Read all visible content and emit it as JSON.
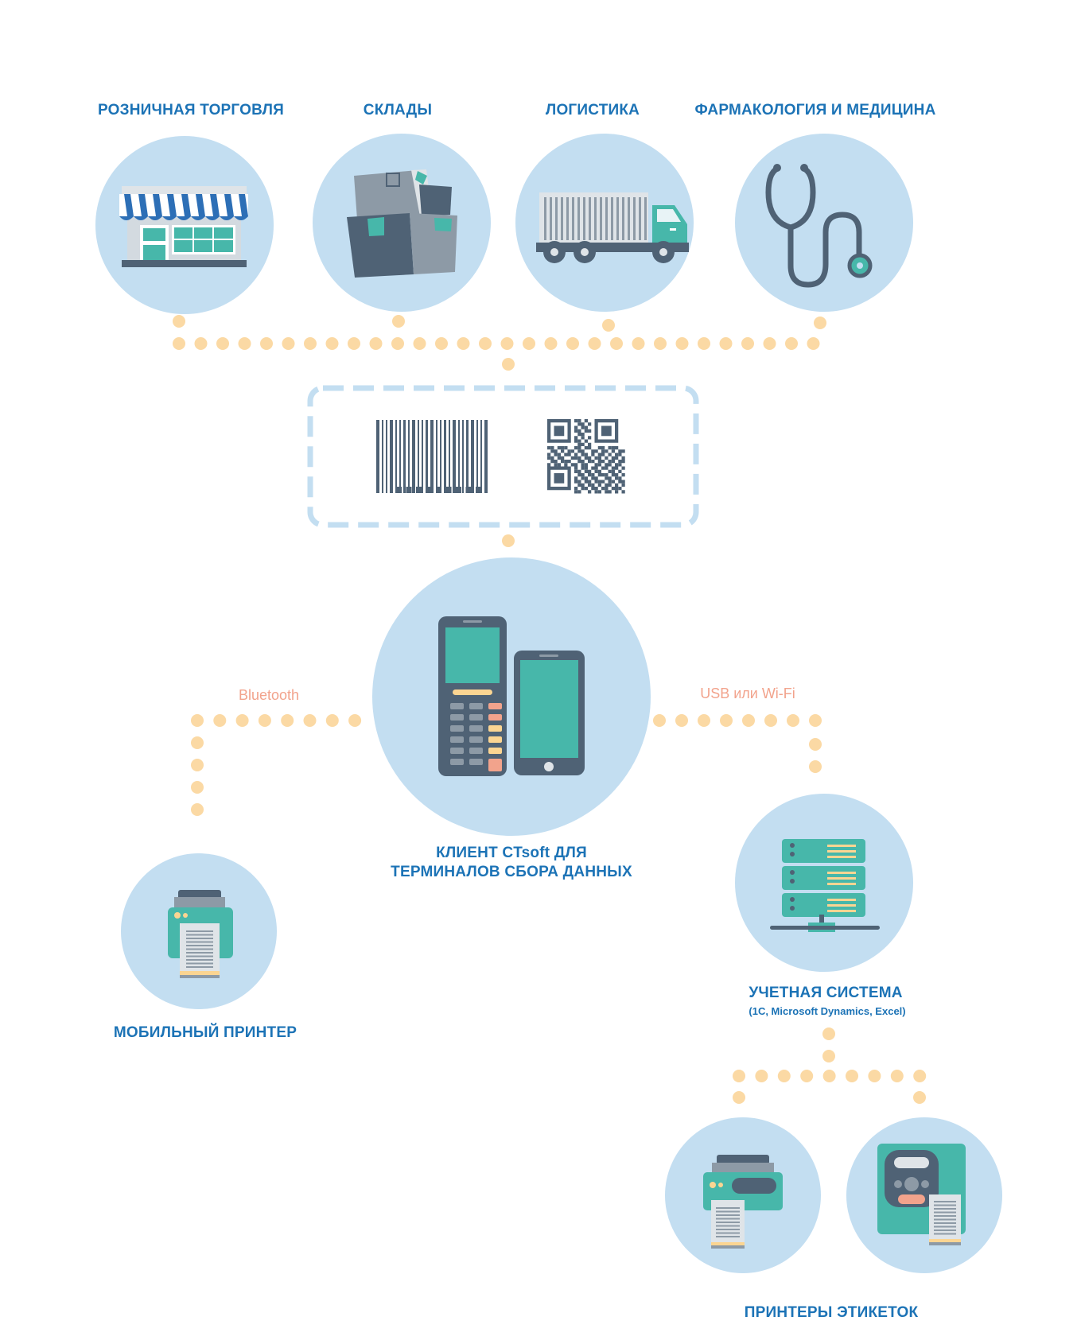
{
  "industries": [
    {
      "label": "РОЗНИЧНАЯ ТОРГОВЛЯ",
      "icon": "store-icon"
    },
    {
      "label": "СКЛАДЫ",
      "icon": "warehouse-boxes-icon"
    },
    {
      "label": "ЛОГИСТИКА",
      "icon": "truck-icon"
    },
    {
      "label": "ФАРМАКОЛОГИЯ И МЕДИЦИНА",
      "icon": "stethoscope-icon"
    }
  ],
  "codes": {
    "barcode_icon": "barcode-icon",
    "qr_icon": "qr-code-icon"
  },
  "client": {
    "line1": "КЛИЕНТ CTsoft ДЛЯ",
    "line2": "ТЕРМИНАЛОВ СБОРА ДАННЫХ",
    "icon": "data-terminal-and-smartphone-icon"
  },
  "connections": {
    "bluetooth": "Bluetooth",
    "usb_wifi": "USB или Wi-Fi"
  },
  "mobile_printer": {
    "label": "МОБИЛЬНЫЙ ПРИНТЕР",
    "icon": "mobile-printer-icon"
  },
  "accounting": {
    "label": "УЧЕТНАЯ СИСТЕМА",
    "sublabel": "(1С, Microsoft Dynamics, Excel)",
    "icon": "server-icon"
  },
  "label_printers": {
    "label": "ПРИНТЕРЫ ЭТИКЕТОК",
    "icons": [
      "desktop-label-printer-icon",
      "industrial-label-printer-icon"
    ]
  },
  "colors": {
    "circle": "#c3def1",
    "dot": "#fbd9a4",
    "dark": "#4f6275",
    "teal": "#47b7aa",
    "blue_text": "#1c73b6",
    "connection_text": "#f2a38c",
    "dashed": "#c3def1"
  }
}
